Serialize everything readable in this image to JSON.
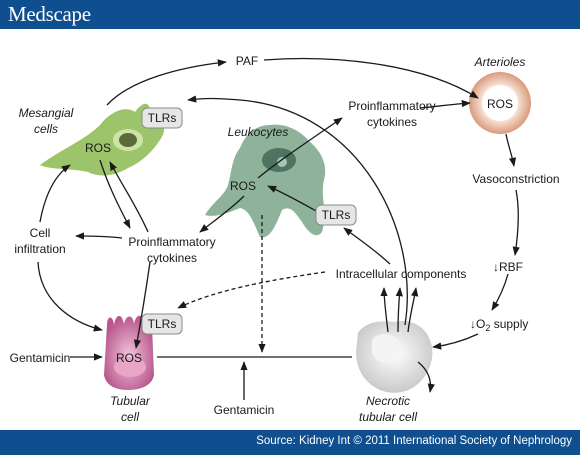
{
  "header": {
    "logo": "Medscape"
  },
  "footer": {
    "source": "Source: Kidney Int © 2011 International Society of Nephrology"
  },
  "diagram": {
    "paf": "PAF",
    "arterioles": "Arterioles",
    "ros_arteriole": "ROS",
    "mesangial_1": "Mesangial",
    "mesangial_2": "cells",
    "tlrs_mesangial": "TLRs",
    "ros_mesangial": "ROS",
    "leukocytes": "Leukocytes",
    "ros_leukocyte": "ROS",
    "tlrs_leukocyte": "TLRs",
    "proinflam_top_1": "Proinflammatory",
    "proinflam_top_2": "cytokines",
    "vasoconstriction": "Vasoconstriction",
    "cell_infiltration_1": "Cell",
    "cell_infiltration_2": "infiltration",
    "proinflam_mid_1": "Proinflammatory",
    "proinflam_mid_2": "cytokines",
    "intracellular": "Intracellular components",
    "rbf": "↓RBF",
    "o2_supply_pre": "↓O",
    "o2_supply_sub": "2",
    "o2_supply_post": " supply",
    "tlrs_tubular": "TLRs",
    "ros_tubular": "ROS",
    "gentamicin_left": "Gentamicin",
    "gentamicin_bottom": "Gentamicin",
    "tubular_1": "Tubular",
    "tubular_2": "cell",
    "necrotic_1": "Necrotic",
    "necrotic_2": "tubular cell"
  }
}
